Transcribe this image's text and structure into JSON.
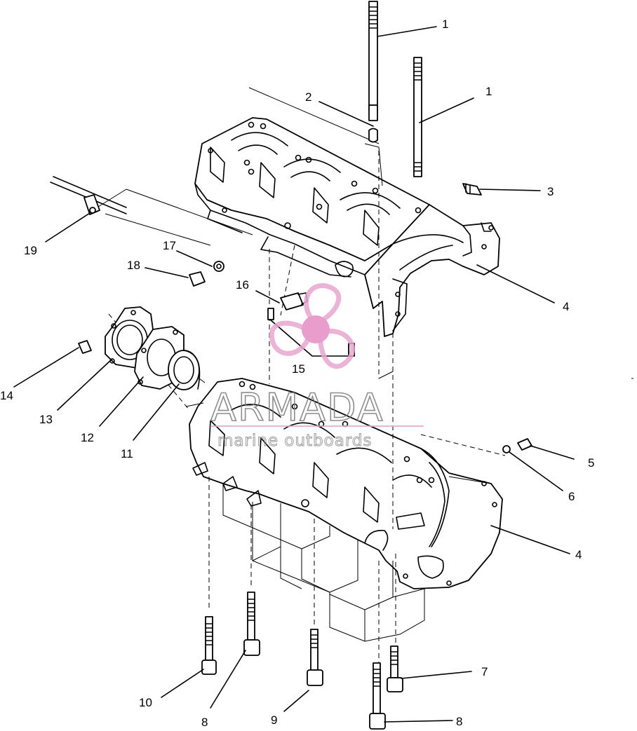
{
  "callouts": {
    "c1a": "1",
    "c1b": "1",
    "c2": "2",
    "c3": "3",
    "c4a": "4",
    "c4b": "4",
    "c5": "5",
    "c6": "6",
    "c7": "7",
    "c8a": "8",
    "c8b": "8",
    "c9": "9",
    "c10": "10",
    "c11": "11",
    "c12": "12",
    "c13": "13",
    "c14": "14",
    "c15": "15",
    "c16": "16",
    "c17": "17",
    "c18": "18",
    "c19": "19"
  },
  "watermark": {
    "brand": "ARMADA",
    "tagline": "marine outboards",
    "colors": {
      "logo": "#e8a7cf",
      "logo_center": "#e58cc4",
      "text": "#7a7a7a"
    }
  },
  "colors": {
    "lines": "#000000",
    "background": "#ffffff"
  }
}
